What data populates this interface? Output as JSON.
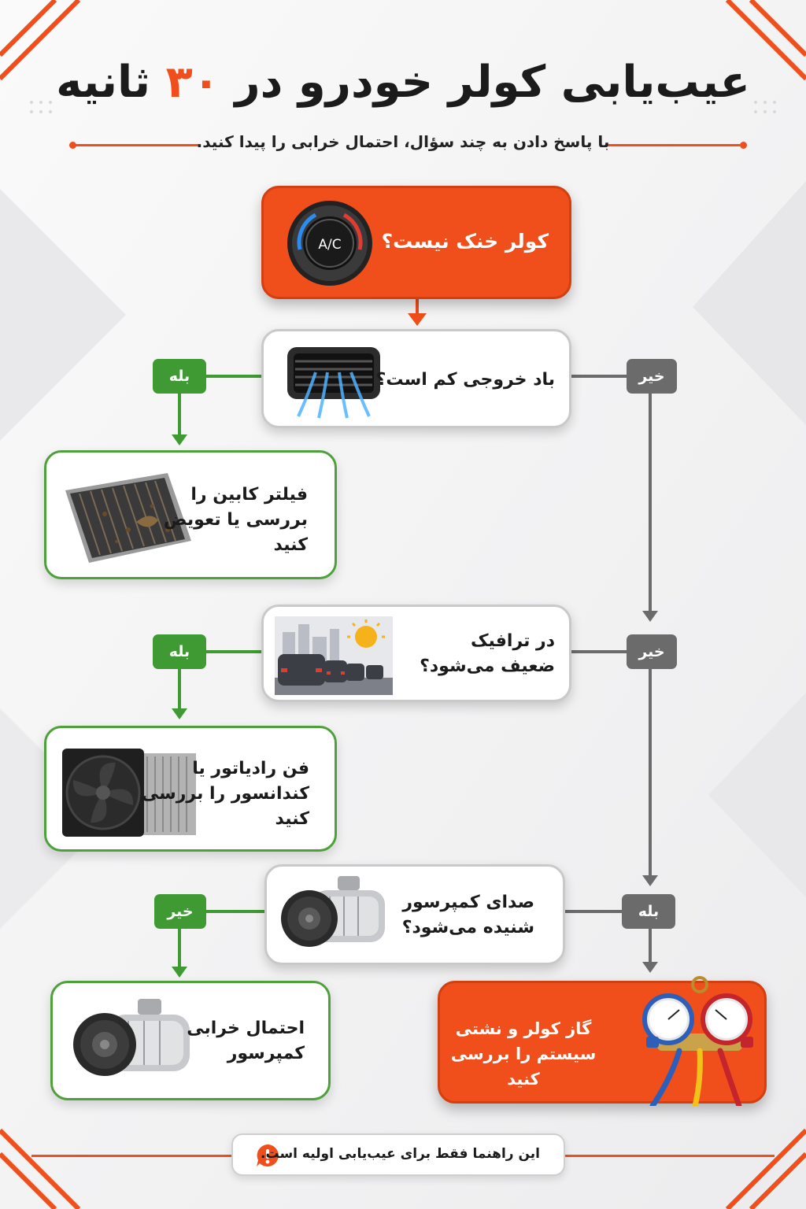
{
  "header": {
    "title_main": "عیب‌یابی کولر خودرو در ",
    "title_number": "۳۰",
    "title_end": " ثانیه",
    "subtitle": "با پاسخ دادن به چند سؤال، احتمال خرابی را پیدا کنید."
  },
  "start": {
    "question": "کولر خنک نیست؟",
    "dial_label": "A/C"
  },
  "q1": {
    "question": "باد خروجی کم است؟",
    "yes_label": "بله",
    "no_label": "خیر",
    "yes_action": [
      "فیلتر کابین را",
      "بررسی یا تعویض",
      "کنید"
    ]
  },
  "q2": {
    "question": [
      "در ترافیک",
      "ضعیف می‌شود؟"
    ],
    "yes_label": "بله",
    "no_label": "خیر",
    "yes_action": [
      "فن رادیاتور یا",
      "کندانسور را بررسی",
      "کنید"
    ]
  },
  "q3": {
    "question": [
      "صدای کمپرسور",
      "شنیده می‌شود؟"
    ],
    "yes_label": "بله",
    "no_label": "خیر",
    "no_action": [
      "احتمال خرابی",
      "کمپرسور"
    ],
    "yes_action": [
      "گاز کولر و نشتی",
      "سیستم را بررسی کنید"
    ]
  },
  "footer": {
    "note": "این راهنما فقط برای عیب‌یابی اولیه است."
  },
  "colors": {
    "accent": "#f04e1a",
    "green": "#3f9a33",
    "gray": "#6b6b6b"
  },
  "icons": [
    "ac-dial-icon",
    "air-vent-icon",
    "cabin-filter-icon",
    "traffic-sun-icon",
    "radiator-fan-icon",
    "compressor-icon",
    "gauge-manifold-icon",
    "warning-icon"
  ]
}
